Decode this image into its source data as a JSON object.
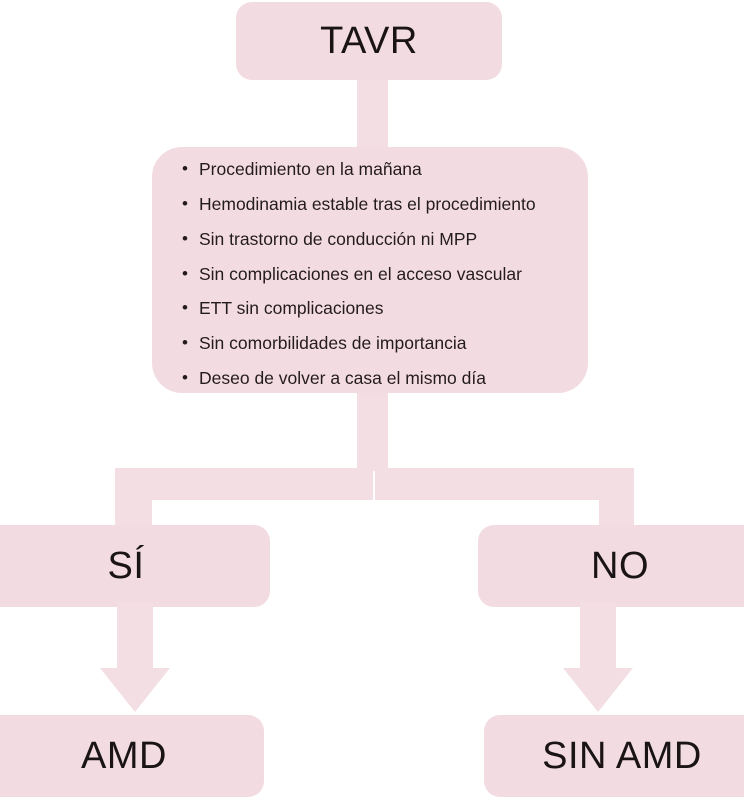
{
  "diagram": {
    "type": "flowchart",
    "title": "TAVR same-day discharge decision flowchart",
    "language": "es",
    "colors": {
      "node_fill": "#F2DCE1",
      "connector_fill": "#F3DFE3",
      "text": "#1A1416",
      "background": "#FFFFFF"
    },
    "root": {
      "id": "tavr",
      "label": "TAVR"
    },
    "criteria": {
      "id": "criteria",
      "items": [
        "Procedimiento en la mañana",
        "Hemodinamia estable tras el procedimiento",
        "Sin trastorno de conducción ni MPP",
        "Sin complicaciones en el acceso vascular",
        "ETT sin complicaciones",
        "Sin comorbilidades de importancia",
        "Deseo de volver a casa el mismo día"
      ]
    },
    "branches": [
      {
        "id": "yes",
        "label": "SÍ",
        "outcome_id": "amd",
        "outcome_label": "AMD"
      },
      {
        "id": "no",
        "label": "NO",
        "outcome_id": "sin-amd",
        "outcome_label": "SIN AMD"
      }
    ],
    "icons": {
      "arrow_yes": "down-arrow-icon",
      "arrow_no": "down-arrow-icon"
    }
  }
}
